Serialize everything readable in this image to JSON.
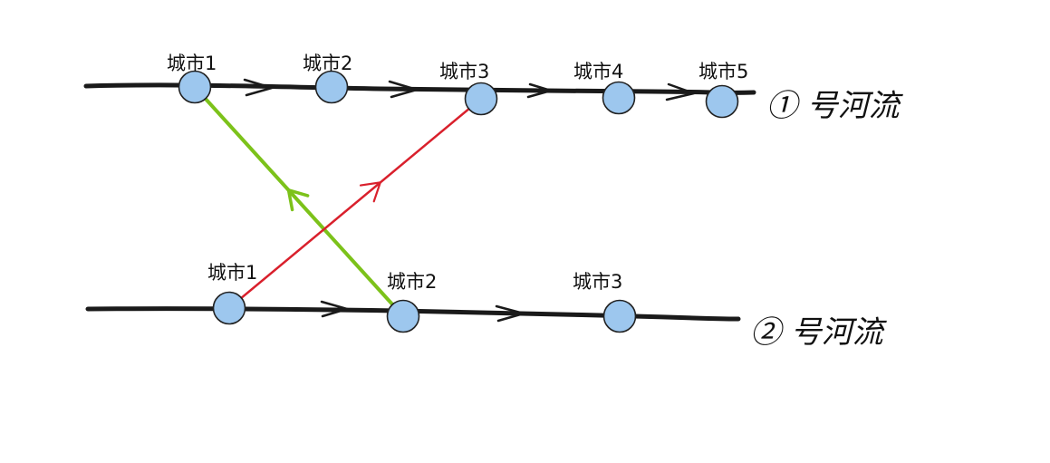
{
  "colors": {
    "node_fill": "#9dc7ee",
    "river": "#1a1a1a",
    "green_link": "#7cc21a",
    "red_link": "#d9202c"
  },
  "rivers": [
    {
      "label": "① 号河流",
      "cities": [
        "城市1",
        "城市2",
        "城市3",
        "城市4",
        "城市5"
      ]
    },
    {
      "label": "② 号河流",
      "cities": [
        "城市1",
        "城市2",
        "城市3"
      ]
    }
  ],
  "links": [
    {
      "from_river": 1,
      "from_city": 1,
      "to_river": 0,
      "to_city": 0,
      "color": "#7cc21a"
    },
    {
      "from_river": 1,
      "from_city": 0,
      "to_river": 0,
      "to_city": 2,
      "color": "#d9202c"
    }
  ]
}
